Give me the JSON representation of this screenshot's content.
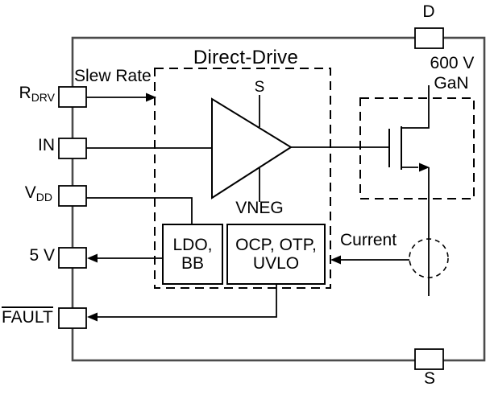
{
  "colors": {
    "line": "#000000",
    "boundary": "#4b4b4b",
    "background": "#ffffff"
  },
  "diagram": {
    "title": "Direct-Drive",
    "left_pins": [
      {
        "base": "R",
        "subscript": "DRV"
      },
      {
        "base": "IN",
        "subscript": ""
      },
      {
        "base": "V",
        "subscript": "DD"
      },
      {
        "base": "5 V",
        "subscript": ""
      },
      {
        "base": "FAULT",
        "subscript": "",
        "overline": true
      }
    ],
    "top_pin": {
      "label": "D"
    },
    "bottom_pin": {
      "label": "S"
    },
    "fet": {
      "voltage_rating": "600 V",
      "technology": "GaN"
    },
    "driver": {
      "source_label": "S",
      "negative_rail_label": "VNEG"
    },
    "blocks": {
      "ldo": {
        "line1": "LDO,",
        "line2": "BB"
      },
      "protection": {
        "line1": "OCP, OTP,",
        "line2": "UVLO"
      }
    },
    "signals": {
      "slew_rate": "Slew Rate",
      "current_sense": "Current"
    }
  }
}
